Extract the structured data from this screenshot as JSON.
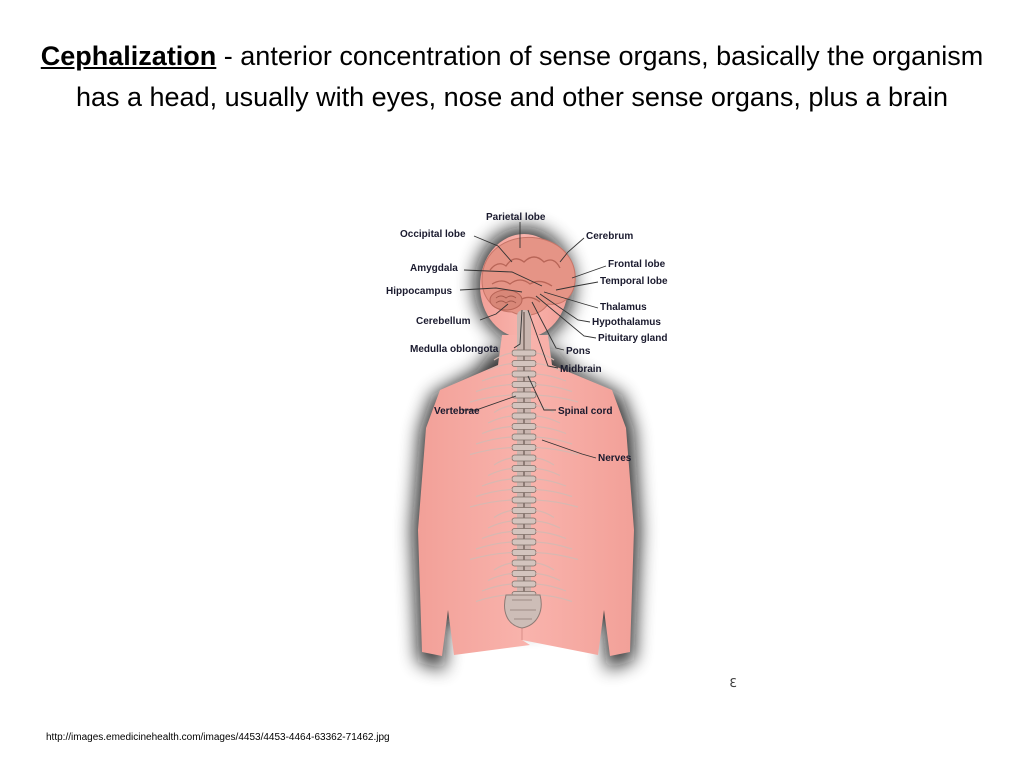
{
  "heading": {
    "term": "Cephalization",
    "rest": " - anterior concentration of sense organs, basically the organism has a head, usually with eyes, nose and other sense organs, plus a brain"
  },
  "figure": {
    "labels": {
      "parietal_lobe": "Parietal lobe",
      "occipital_lobe": "Occipital lobe",
      "cerebrum": "Cerebrum",
      "amygdala": "Amygdala",
      "frontal_lobe": "Frontal lobe",
      "temporal_lobe": "Temporal lobe",
      "hippocampus": "Hippocampus",
      "thalamus": "Thalamus",
      "cerebellum": "Cerebellum",
      "hypothalamus": "Hypothalamus",
      "pituitary_gland": "Pituitary gland",
      "medulla_oblongota": "Medulla oblongota",
      "pons": "Pons",
      "midbrain": "Midbrain",
      "vertebrae": "Vertebrae",
      "spinal_cord": "Spinal cord",
      "nerves": "Nerves"
    },
    "colors": {
      "skin": "#f7aaa3",
      "halo": "#000000",
      "brain": "#e89a8c",
      "spine": "#b9aaa4",
      "nerve": "#c9b3ad"
    }
  },
  "source_url": "http://images.emedicinehealth.com/images/4453/4453-4464-63362-71462.jpg"
}
